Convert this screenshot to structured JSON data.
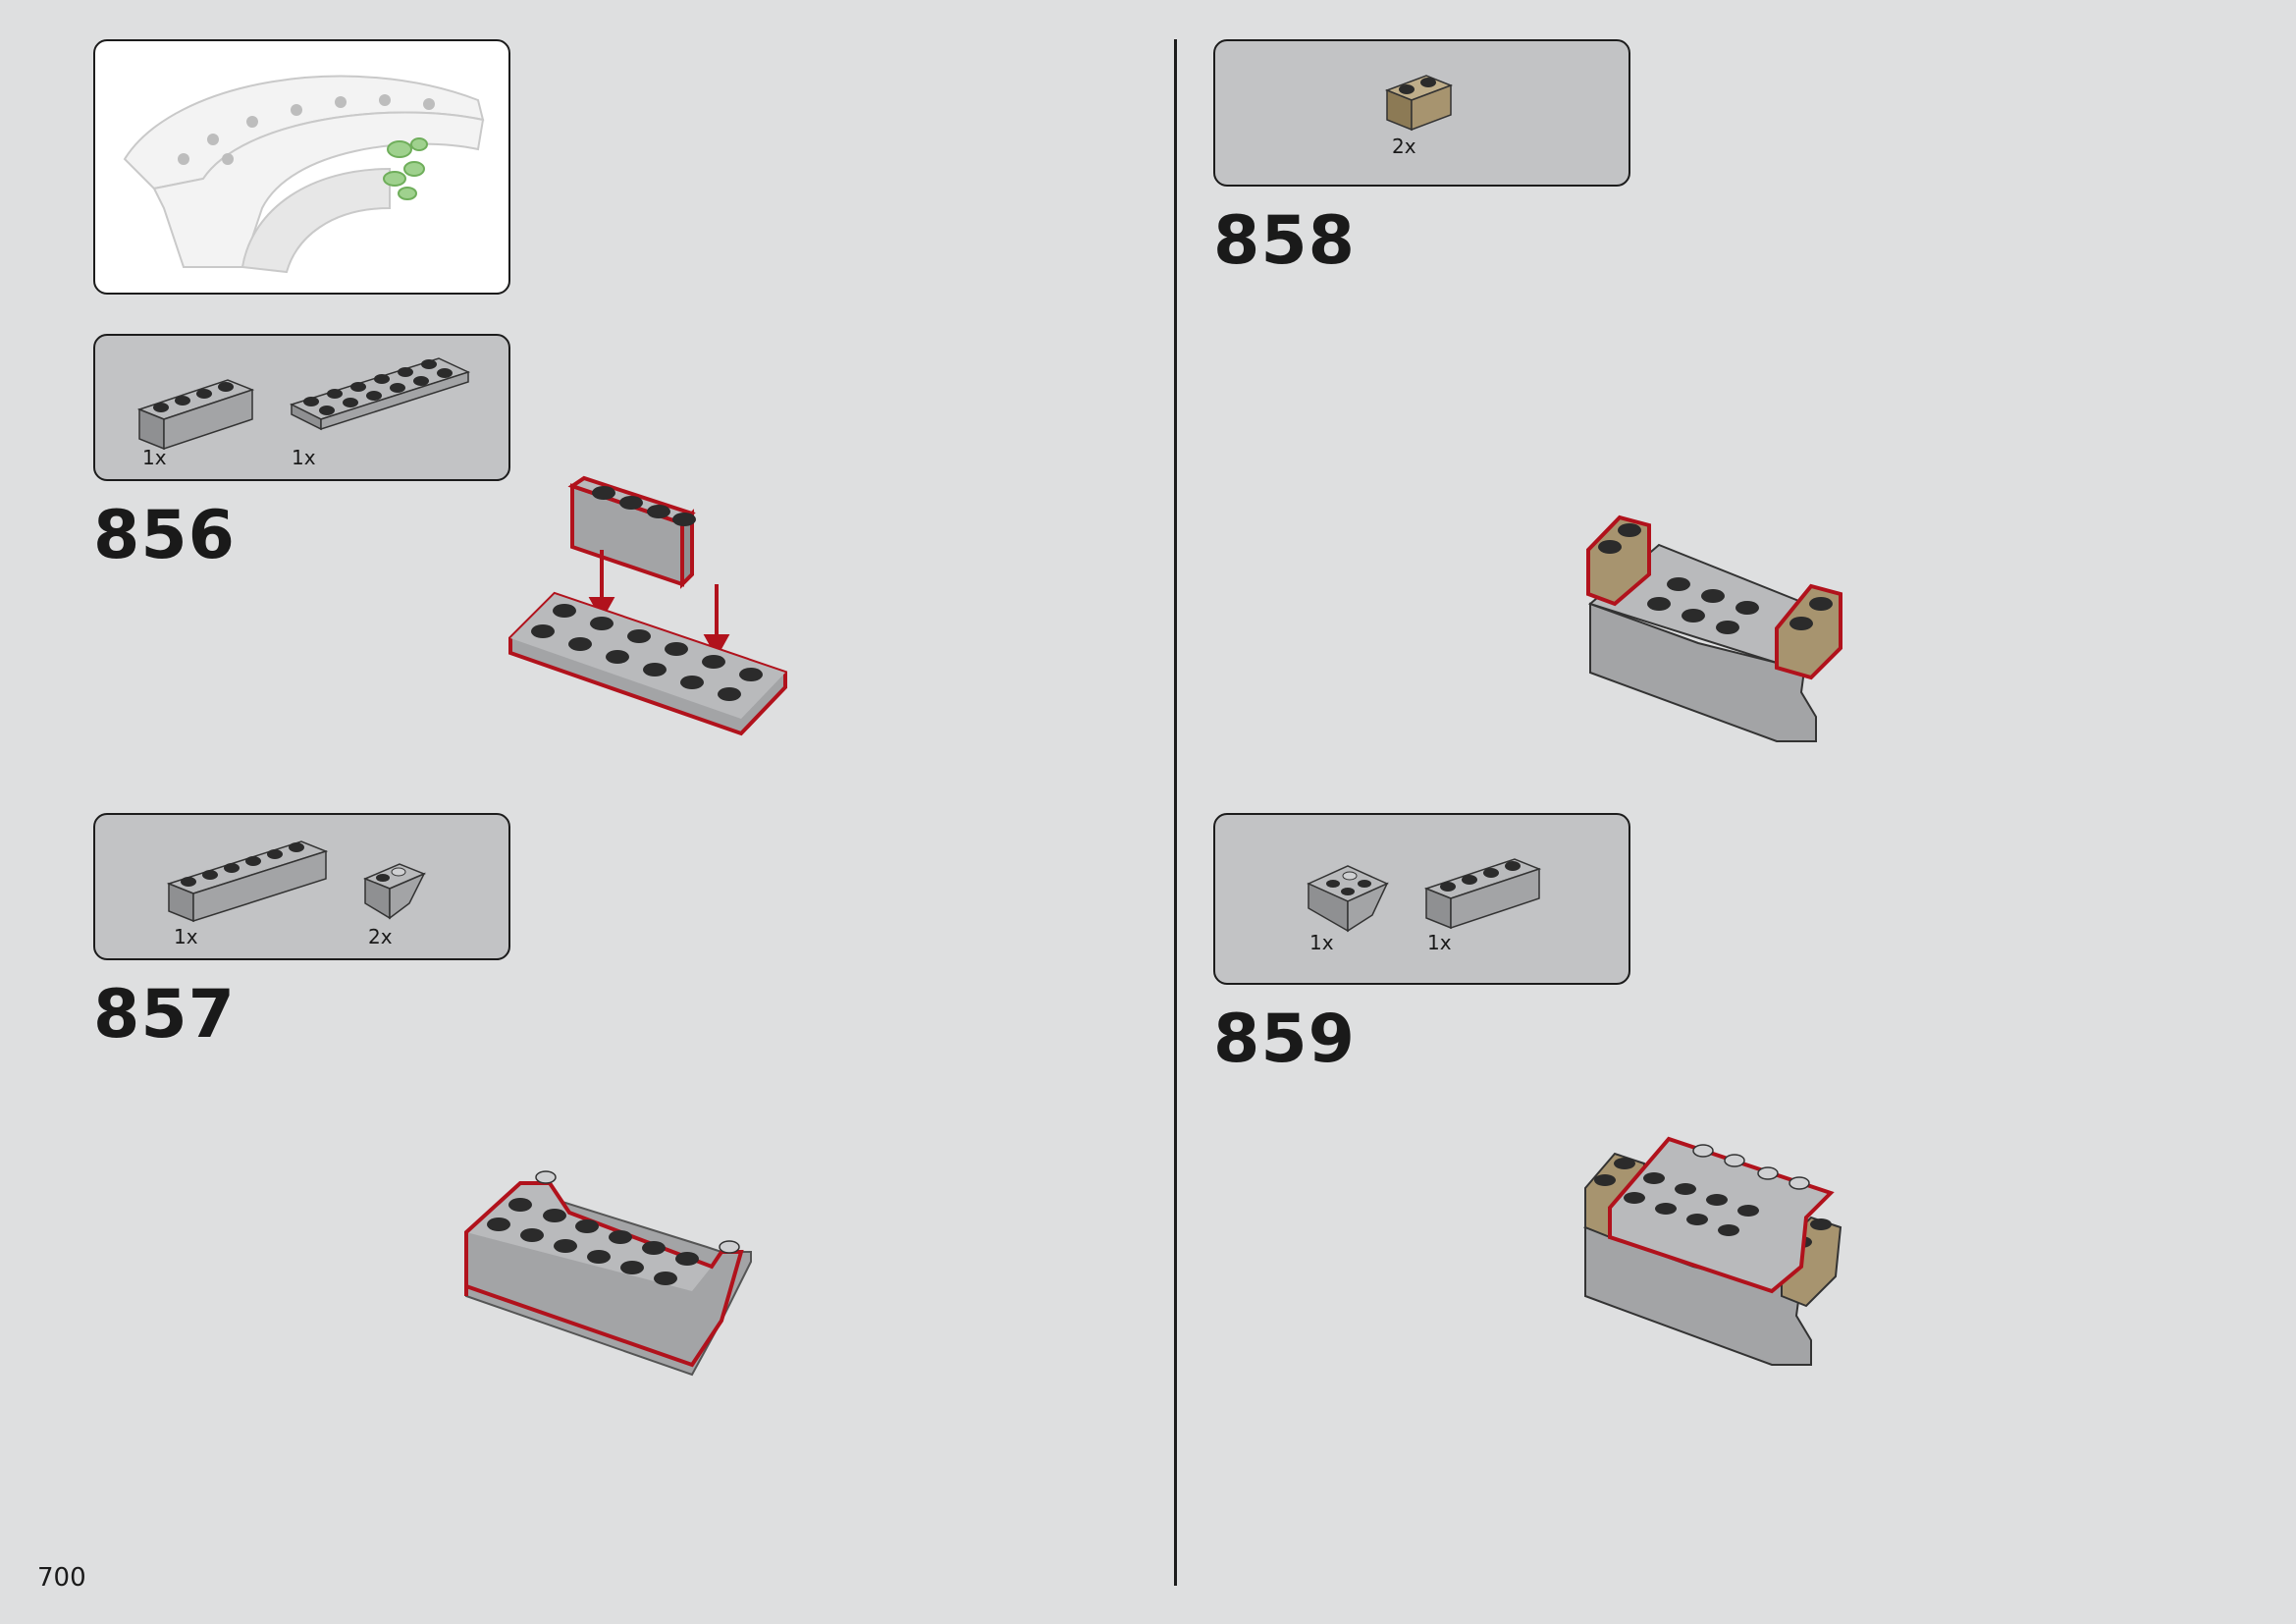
{
  "page_number": "700",
  "steps": [
    {
      "number": "856",
      "parts": [
        {
          "qty": "1x",
          "part": "brick 1x4 light bluish grey"
        },
        {
          "qty": "1x",
          "part": "plate 2x6 light bluish grey"
        }
      ]
    },
    {
      "number": "857",
      "parts": [
        {
          "qty": "1x",
          "part": "brick 1x6 light bluish grey"
        },
        {
          "qty": "2x",
          "part": "slope inverted light bluish grey"
        }
      ]
    },
    {
      "number": "858",
      "parts": [
        {
          "qty": "2x",
          "part": "brick masonry 1x2 dark tan"
        }
      ]
    },
    {
      "number": "859",
      "parts": [
        {
          "qty": "1x",
          "part": "slope inverted 2x2 light bluish grey"
        },
        {
          "qty": "1x",
          "part": "brick 1x4 light bluish grey"
        }
      ]
    }
  ],
  "colors": {
    "grey_brick": "#9a9b9d",
    "stud": "#2b2b2b",
    "highlight": "#b1121c",
    "tan": "#a7946f"
  }
}
